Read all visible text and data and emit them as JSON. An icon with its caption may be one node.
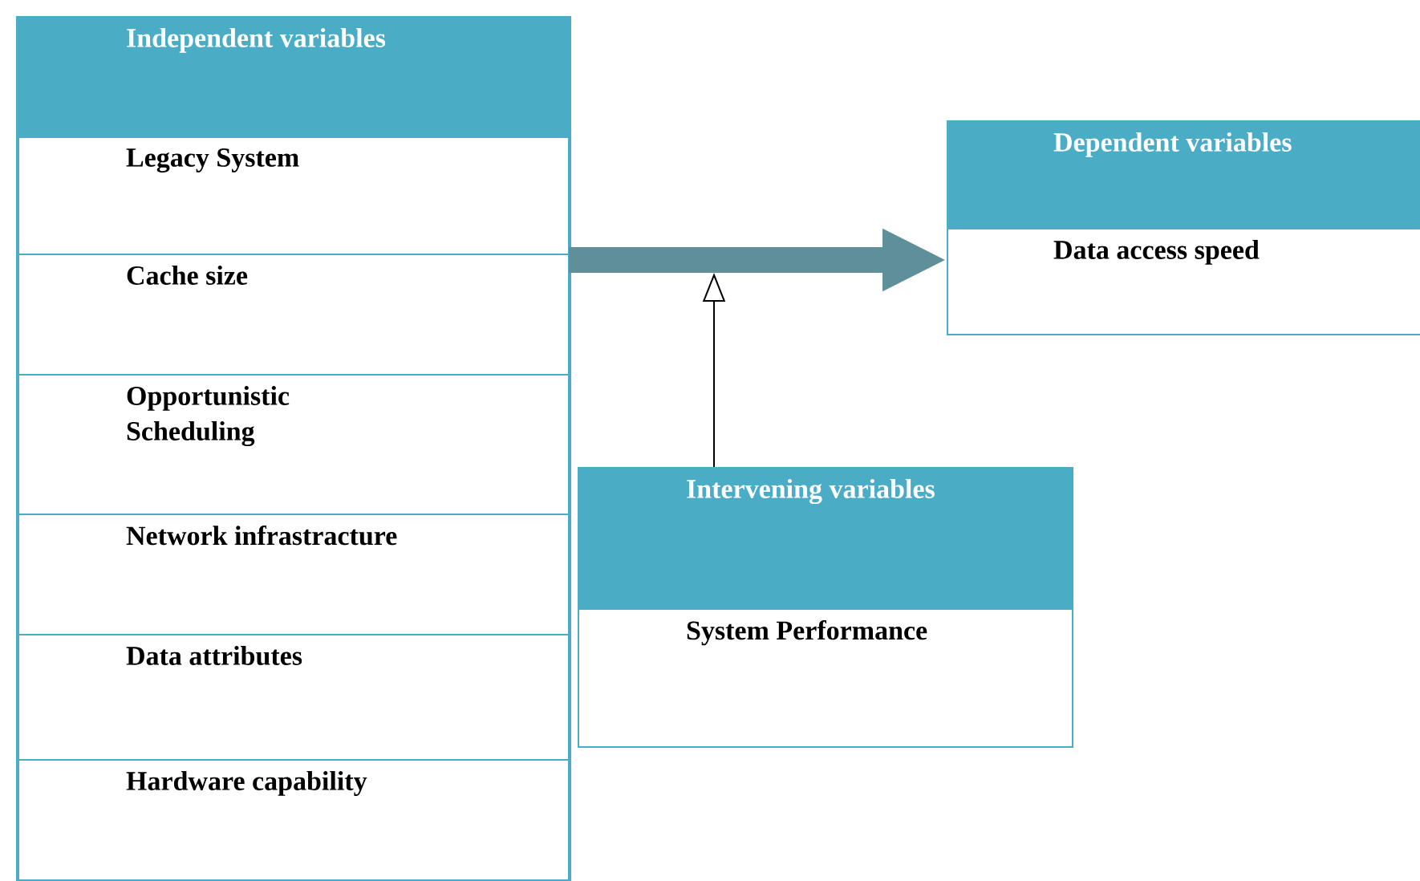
{
  "diagram": {
    "nodes": [
      {
        "text": [
          "Independent variables"
        ]
      },
      {
        "text": [
          "Legacy System"
        ],
        "in": 0
      },
      {
        "text": [
          "Cache size"
        ],
        "in": 0
      },
      {
        "text": [
          "Opportunistic Scheduling"
        ],
        "in": 0
      },
      {
        "text": [
          "Network infrastracture"
        ],
        "in": 0
      },
      {
        "text": [
          "Data attributes"
        ],
        "in": 0
      },
      {
        "text": [
          "Hardware capability"
        ],
        "in": 0
      },
      {
        "text": [
          "Dependent variables",
          "Data access speed"
        ]
      },
      {
        "text": [
          "Intervening variables",
          "System Performance"
        ]
      }
    ],
    "edges": [
      {
        "from": 0,
        "to": 7,
        "arrow": "to",
        "style": "thick"
      },
      {
        "from": 8,
        "to": null,
        "arrow": "to",
        "color": "#000000"
      }
    ]
  }
}
